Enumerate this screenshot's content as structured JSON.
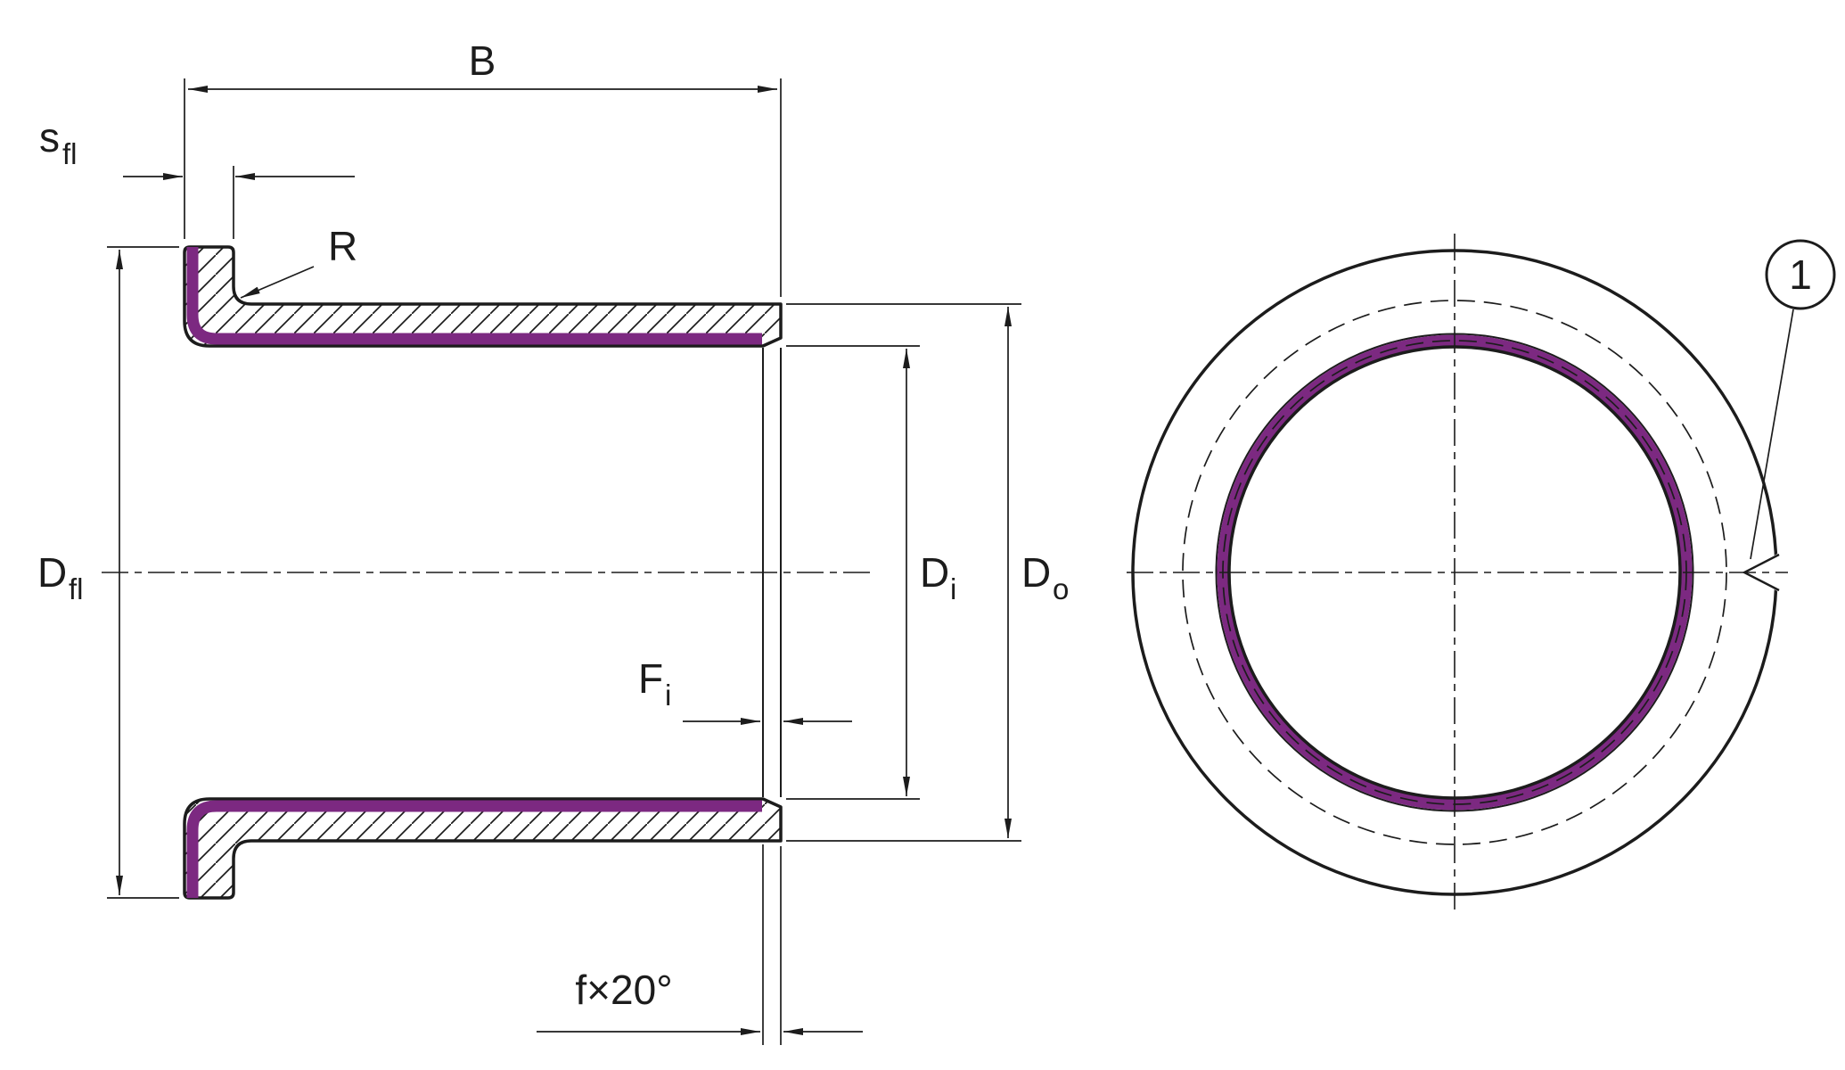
{
  "drawing": {
    "colors": {
      "line": "#1c1c1c",
      "liner": "#7c2981",
      "background": "#ffffff"
    },
    "labels": {
      "width": {
        "main": "B"
      },
      "flange_thickness": {
        "main": "s",
        "sub": "fl"
      },
      "fillet_radius": {
        "main": "R"
      },
      "flange_diameter": {
        "main": "D",
        "sub": "fl"
      },
      "inner_diameter": {
        "main": "D",
        "sub": "i"
      },
      "outer_diameter": {
        "main": "D",
        "sub": "o"
      },
      "inner_edge": {
        "main": "F",
        "sub": "i"
      },
      "chamfer": {
        "main": "f×20°"
      },
      "callout_1": {
        "main": "1"
      }
    }
  }
}
